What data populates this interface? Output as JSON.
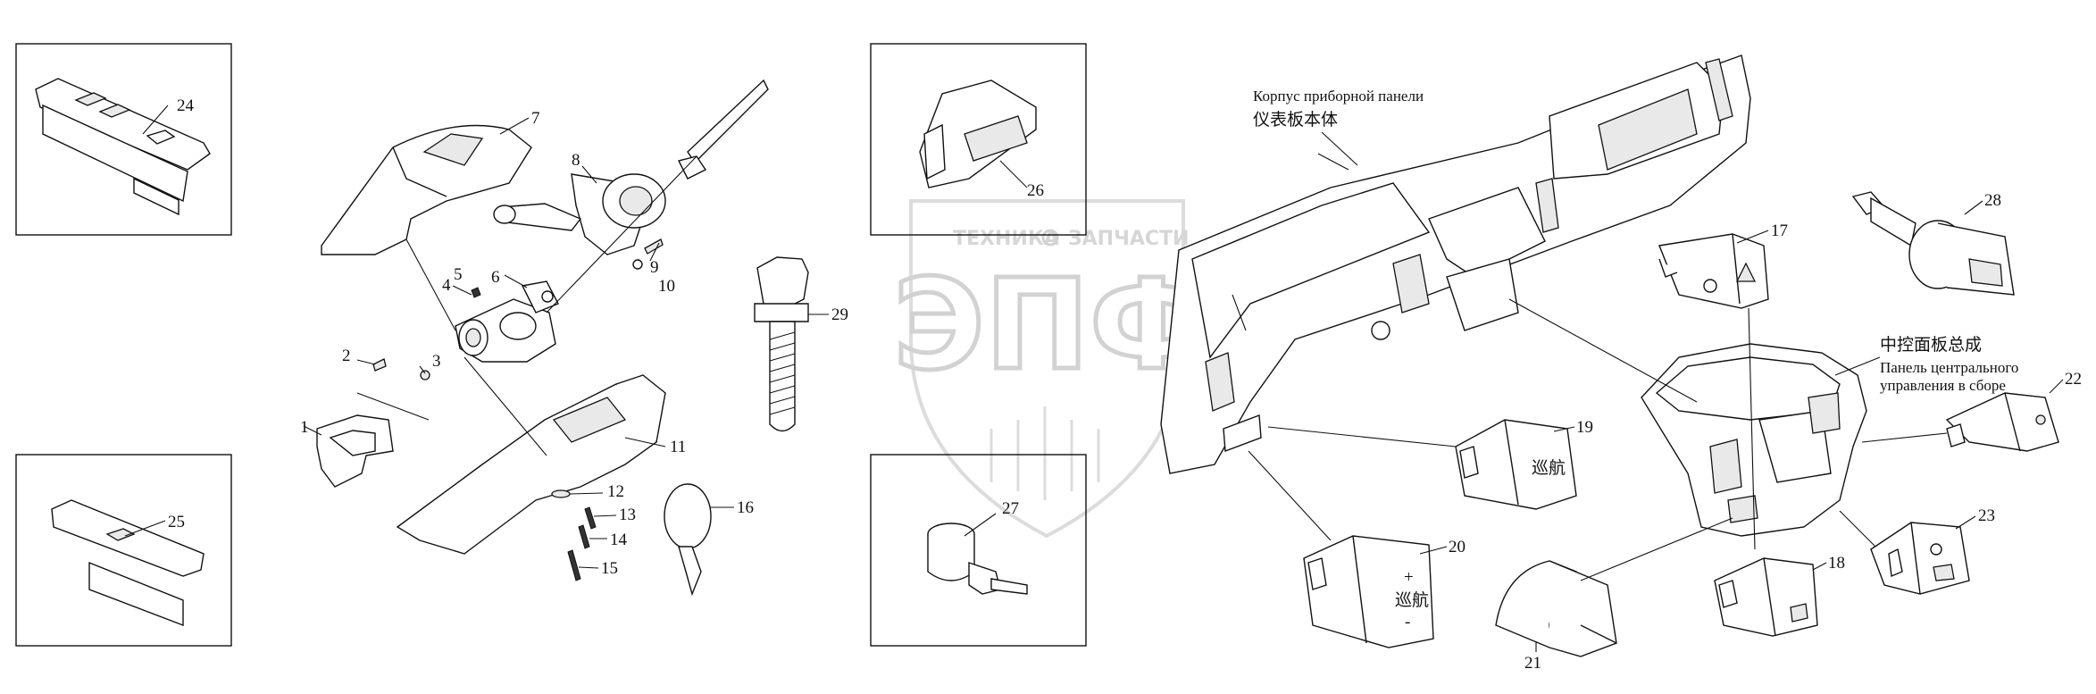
{
  "watermark": {
    "small_left": "ТЕХНИКА",
    "small_right": "ЗАПЧАСТИ",
    "big": "ЭПФ"
  },
  "labels": {
    "dashboard_body_ru": "Корпус приборной панели",
    "dashboard_body_cn": "仪表板本体",
    "center_panel_cn": "中控面板总成",
    "center_panel_ru_line1": "Панель центрального",
    "center_panel_ru_line2": "управления в сборе"
  },
  "callouts": {
    "n1": "1",
    "n2": "2",
    "n3": "3",
    "n4": "4",
    "n5": "5",
    "n6": "6",
    "n7": "7",
    "n8": "8",
    "n9": "9",
    "n10": "10",
    "n11": "11",
    "n12": "12",
    "n13": "13",
    "n14": "14",
    "n15": "15",
    "n16": "16",
    "n17": "17",
    "n18": "18",
    "n19": "19",
    "n20": "20",
    "n21": "21",
    "n22": "22",
    "n23": "23",
    "n24": "24",
    "n25": "25",
    "n26": "26",
    "n27": "27",
    "n28": "28",
    "n29": "29"
  },
  "switch_text": {
    "s19": "巡航",
    "s20_plus": "+",
    "s20_text": "巡航",
    "s20_minus": "-"
  },
  "colors": {
    "line": "#111111",
    "watermark": "#d2d2d2"
  }
}
